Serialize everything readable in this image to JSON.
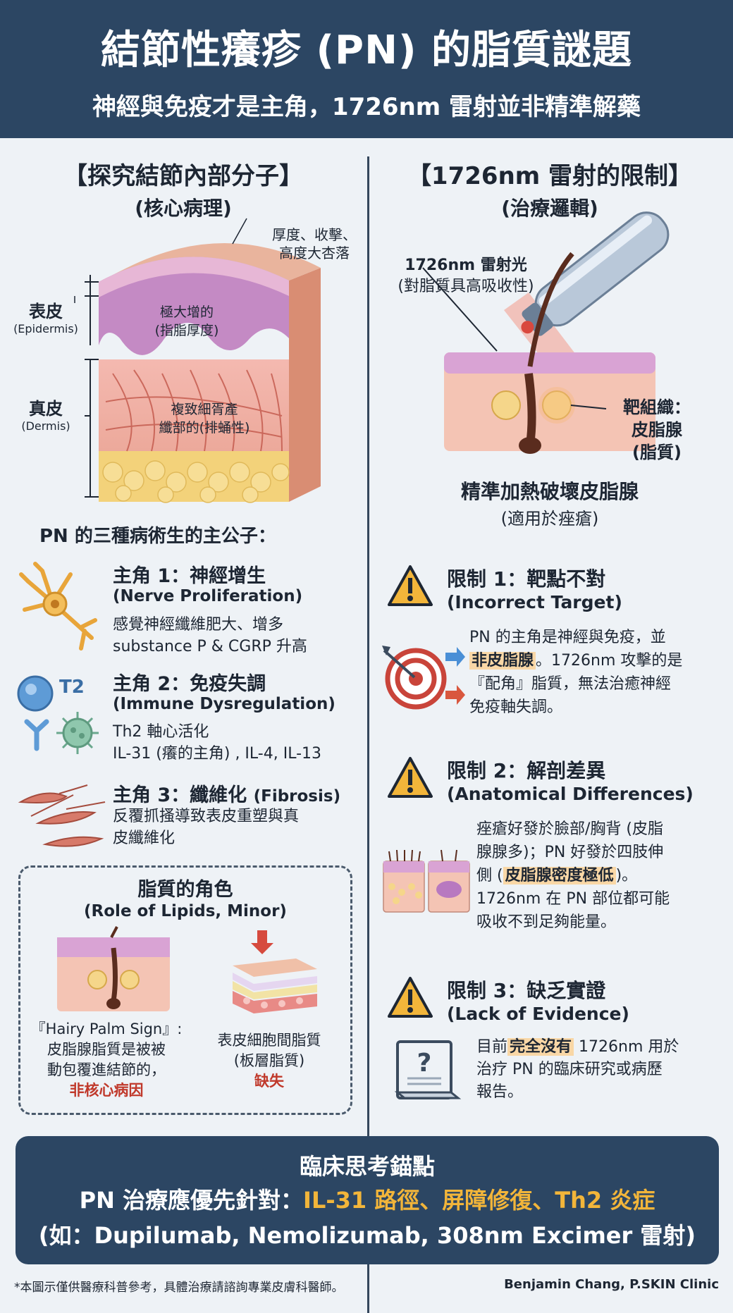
{
  "header": {
    "title": "結節性癢疹 (PN) 的脂質謎題",
    "subtitle": "神經與免疫才是主角，1726nm 雷射並非精準解藥"
  },
  "left": {
    "title": "【探究結節內部分子】",
    "subtitle": "(核心病理)",
    "skin": {
      "top_label_1": "厚度、收擊、",
      "top_label_2": "高度大杏落",
      "epidermis_zh": "表皮",
      "epidermis_en": "(Epidermis)",
      "dermis_zh": "真皮",
      "dermis_en": "(Dermis)",
      "inner_1a": "極大增的",
      "inner_1b": "(指脂厚度)",
      "inner_2a": "複致細胥產",
      "inner_2b": "纖部的(排蛹性)"
    },
    "players_title": "PN 的三種病術生的主公子：",
    "player1": {
      "title": "主角 1：神經增生",
      "en": "(Nerve Proliferation)",
      "line1": "感覺神經纖維肥大、增多",
      "line2": "substance P & CGRP 升高"
    },
    "player2": {
      "title": "主角 2：免疫失調",
      "en": "(Immune Dysregulation)",
      "line1": "Th2 軸心活化",
      "line2": "IL-31 (癢的主角) , IL-4, IL-13",
      "badge": "T2"
    },
    "player3": {
      "title_a": "主角 3：纖維化",
      "title_b": "(Fibrosis)",
      "line1": "反覆抓搔導致表皮重塑與真",
      "line2": "皮纖維化"
    },
    "lipids": {
      "title": "脂質的角色",
      "en": "(Role of Lipids, Minor)",
      "left_1": "『Hairy Palm Sign』:",
      "left_2": "皮脂腺脂質是被被",
      "left_3": "動包覆進結節的，",
      "left_4": "非核心病因",
      "right_1": "表皮細胞間脂質",
      "right_2": "(板層脂質)",
      "right_3": "缺失"
    }
  },
  "right": {
    "title": "【1726nm 雷射的限制】",
    "subtitle": "(治療邏輯)",
    "laser_1": "1726nm 雷射光",
    "laser_2": "(對脂質具高吸收性)",
    "target_1": "靶組織：",
    "target_2": "皮脂腺",
    "target_3": "(脂質)",
    "caption_1": "精準加熱破壞皮脂腺",
    "caption_2": "(適用於痤瘡)",
    "limit1": {
      "title": "限制 1：靶點不對",
      "en": "(Incorrect Target)",
      "l1": "PN 的主角是神經與免疫，並",
      "l2a": "非皮脂腺",
      "l2b": "。1726nm 攻擊的是",
      "l3": "『配角』脂質，無法治癒神經",
      "l4": "免疫軸失調。"
    },
    "limit2": {
      "title": "限制 2：解剖差異",
      "en": "(Anatomical Differences)",
      "l1": "痤瘡好發於臉部/胸背 (皮脂",
      "l2": "腺腺多)；PN 好發於四肢伸",
      "l3a": "側 (",
      "l3b": "皮脂腺密度極低",
      "l3c": ")。",
      "l4": "1726nm 在 PN 部位都可能",
      "l5": "吸收不到足夠能量。"
    },
    "limit3": {
      "title": "限制 3：缺乏實證",
      "en": "(Lack of Evidence)",
      "l1a": "目前",
      "l1b": "完全沒有",
      "l1c": " 1726nm 用於",
      "l2": "治疗 PN 的臨床研究或病歷",
      "l3": "報告。"
    }
  },
  "footer": {
    "title": "臨床思考錨點",
    "line2a": "PN 治療應優先針對：",
    "line2b": "IL-31 路徑、屏障修復、Th2 炎症",
    "line3": "(如：Dupilumab, Nemolizumab, 308nm Excimer 雷射)"
  },
  "disclaimer": "*本圖示僅供醫療科普參考，具體治療請諮詢專業皮膚科醫師。",
  "credit": "Benjamin Chang, P.SKIN Clinic",
  "colors": {
    "header_bg": "#2c4663",
    "accent_gold": "#f2b53a",
    "warning_yellow": "#f2b53a",
    "alert_red": "#c0392b"
  }
}
